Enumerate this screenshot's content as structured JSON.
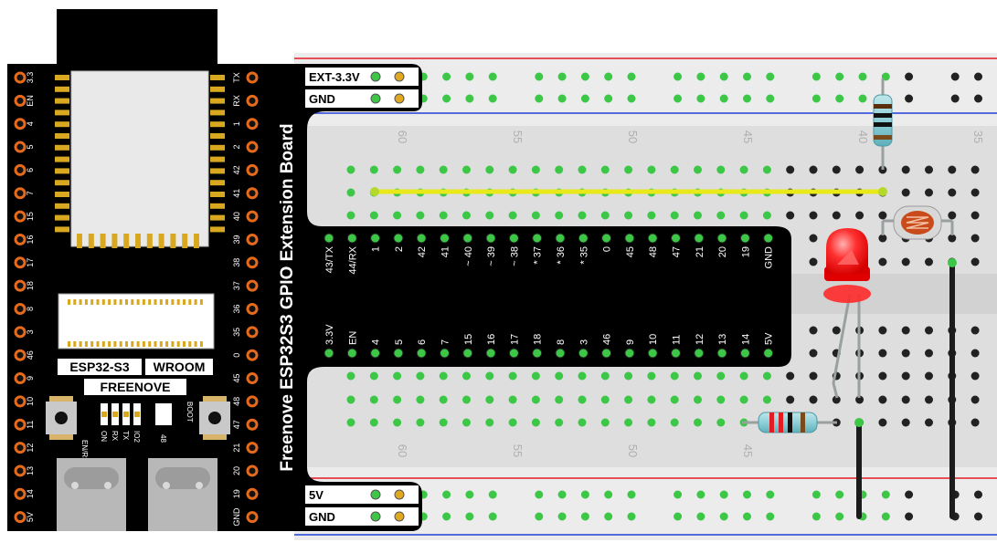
{
  "board": {
    "title": "Freenove ESP32S3 GPIO Extension Board",
    "module_name": "ESP32-S3",
    "module_type": "WROOM",
    "brand": "FREENOVE",
    "left_pins": [
      "3.3",
      "EN",
      "4",
      "5",
      "6",
      "7",
      "15",
      "16",
      "17",
      "18",
      "8",
      "3",
      "46",
      "9",
      "10",
      "11",
      "12",
      "13",
      "14",
      "5V"
    ],
    "right_pins": [
      "TX",
      "RX",
      "1",
      "2",
      "42",
      "41",
      "40",
      "39",
      "38",
      "37",
      "36",
      "35",
      "0",
      "45",
      "48",
      "47",
      "21",
      "20",
      "19",
      "GND"
    ],
    "button_left_label": "EN/RST",
    "button_right_label": "BOOT",
    "led_labels": [
      "ON",
      "RX",
      "TX",
      "IO2"
    ],
    "led48_label": "48"
  },
  "ext": {
    "top_pins": [
      "43/TX",
      "44/RX",
      "1",
      "2",
      "42",
      "41",
      "~ 40",
      "~ 39",
      "~ 38",
      "* 37",
      "* 36",
      "* 35",
      "0",
      "45",
      "48",
      "47",
      "21",
      "20",
      "19",
      "GND"
    ],
    "bottom_pins": [
      "3.3V",
      "EN",
      "4",
      "5",
      "6",
      "7",
      "15",
      "16",
      "17",
      "18",
      "8",
      "3",
      "46",
      "9",
      "10",
      "11",
      "12",
      "13",
      "14",
      "5V"
    ],
    "rail_top": [
      "EXT-3.3V",
      "GND"
    ],
    "rail_bottom": [
      "5V",
      "GND"
    ]
  },
  "breadboard": {
    "top_numbers": [
      "60",
      "55",
      "50",
      "45",
      "40",
      "35"
    ],
    "bottom_numbers": [
      "60",
      "55",
      "50",
      "45"
    ]
  },
  "colors": {
    "rail_red": "#e31b23",
    "rail_blue": "#1f3fd6",
    "hole_green": "#3cc846",
    "jumper_yellow": "#e8e81a",
    "led_red": "#ff1f1f"
  }
}
